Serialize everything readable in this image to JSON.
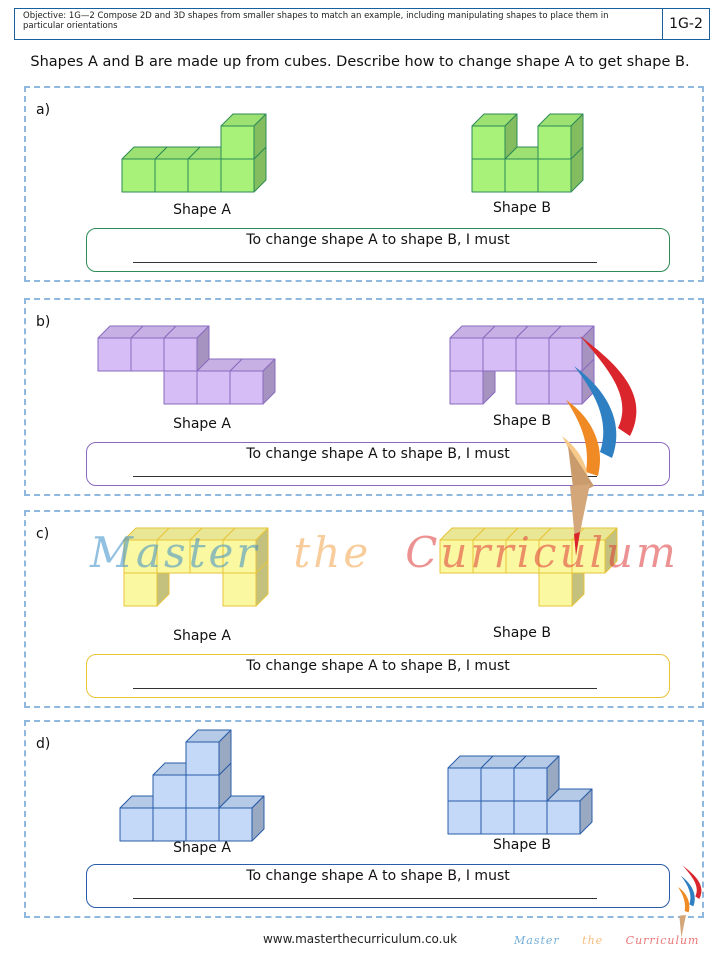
{
  "header": {
    "objective": "Objective:  1G—2 Compose 2D and 3D shapes from smaller shapes to match an example, including manipulating shapes to place them in particular orientations",
    "code": "1G-2"
  },
  "instruction": "Shapes A and B are made up from cubes. Describe how to change shape A to get shape B.",
  "colors": {
    "green": "#a8f27a",
    "purple": "#d6bdf5",
    "yellow": "#faf8a0",
    "blue": "#c3d9f7",
    "green_border": "#2e8b57",
    "purple_border": "#8a6bbf",
    "yellow_border": "#e8c43a",
    "blue_border": "#2a5ca8",
    "dashed": "#8fb8de"
  },
  "sections": [
    {
      "letter": "a)",
      "color": "#a8f27a",
      "border": "#2e8b57",
      "shape_a_label": "Shape A",
      "shape_b_label": "Shape B",
      "answer_prompt": "To change shape A to shape B, I must",
      "shape_a_cubes": [
        [
          0,
          0
        ],
        [
          1,
          0
        ],
        [
          2,
          0
        ],
        [
          3,
          0
        ],
        [
          3,
          1
        ]
      ],
      "shape_b_cubes": [
        [
          0,
          0
        ],
        [
          1,
          0
        ],
        [
          2,
          0
        ],
        [
          0,
          1
        ],
        [
          2,
          1
        ]
      ]
    },
    {
      "letter": "b)",
      "color": "#d6bdf5",
      "border": "#8a6bbf",
      "shape_a_label": "Shape A",
      "shape_b_label": "Shape B",
      "answer_prompt": "To change shape A to shape B, I must",
      "shape_a_cubes": [
        [
          2,
          0
        ],
        [
          3,
          0
        ],
        [
          4,
          0
        ],
        [
          0,
          1
        ],
        [
          1,
          1
        ],
        [
          2,
          1
        ]
      ],
      "shape_b_cubes": [
        [
          0,
          0
        ],
        [
          2,
          0
        ],
        [
          3,
          0
        ],
        [
          0,
          1
        ],
        [
          1,
          1
        ],
        [
          2,
          1
        ],
        [
          3,
          1
        ]
      ]
    },
    {
      "letter": "c)",
      "color": "#faf8a0",
      "border": "#e8c43a",
      "shape_a_label": "Shape A",
      "shape_b_label": "Shape B",
      "answer_prompt": "To change shape A to shape B, I must",
      "shape_a_cubes": [
        [
          0,
          0
        ],
        [
          3,
          0
        ],
        [
          0,
          1
        ],
        [
          1,
          1
        ],
        [
          2,
          1
        ],
        [
          3,
          1
        ]
      ],
      "shape_b_cubes": [
        [
          3,
          0
        ],
        [
          0,
          1
        ],
        [
          1,
          1
        ],
        [
          2,
          1
        ],
        [
          3,
          1
        ],
        [
          4,
          1
        ]
      ]
    },
    {
      "letter": "d)",
      "color": "#c3d9f7",
      "border": "#2a5ca8",
      "shape_a_label": "Shape A",
      "shape_b_label": "Shape B",
      "answer_prompt": "To change shape A to shape B, I must",
      "shape_a_cubes": [
        [
          0,
          0
        ],
        [
          1,
          0
        ],
        [
          2,
          0
        ],
        [
          3,
          0
        ],
        [
          1,
          1
        ],
        [
          2,
          1
        ],
        [
          2,
          2
        ]
      ],
      "shape_b_cubes": [
        [
          0,
          0
        ],
        [
          1,
          0
        ],
        [
          2,
          0
        ],
        [
          3,
          0
        ],
        [
          0,
          1
        ],
        [
          1,
          1
        ],
        [
          2,
          1
        ]
      ]
    }
  ],
  "watermark": {
    "word1": "Master",
    "word2": "the",
    "word3": "Curriculum"
  },
  "footer": "www.masterthecurriculum.co.uk"
}
